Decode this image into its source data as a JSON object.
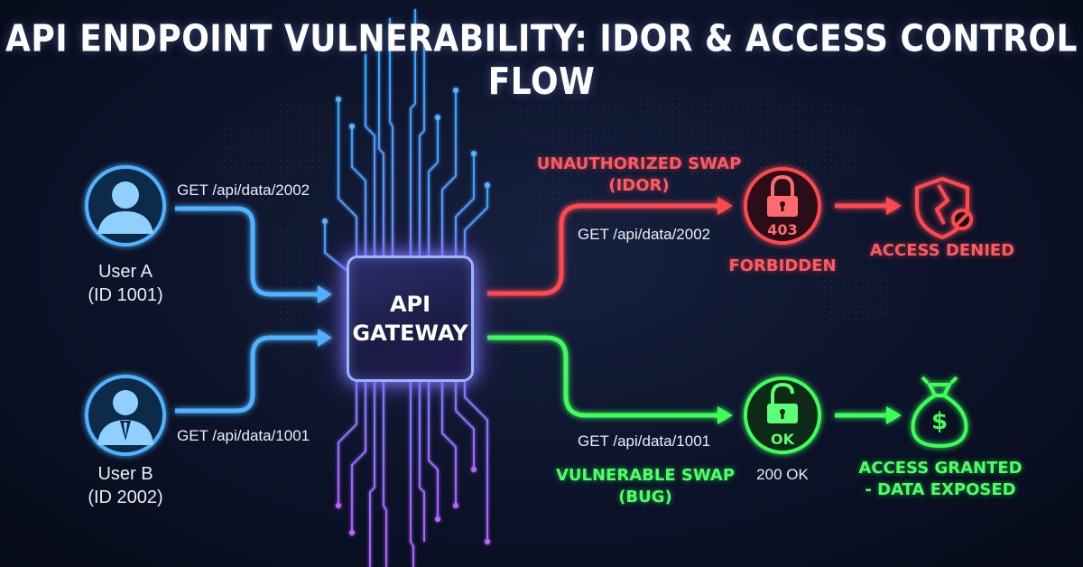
{
  "title": "API ENDPOINT VULNERABILITY: IDOR & ACCESS CONTROL FLOW",
  "users": [
    {
      "name": "User A",
      "id": "(ID 1001)",
      "request": "GET /api/data/2002"
    },
    {
      "name": "User B",
      "id": "(ID 2002)",
      "request": "GET /api/data/1001"
    }
  ],
  "gateway": {
    "line1": "API",
    "line2": "GATEWAY"
  },
  "unauthorized": {
    "label_line1": "UNAUTHORIZED SWAP",
    "label_line2": "(IDOR)",
    "request": "GET /api/data/2002",
    "code": "403",
    "status": "FORBIDDEN",
    "result": "ACCESS DENIED"
  },
  "vulnerable": {
    "label_line1": "VULNERABLE SWAP",
    "label_line2": "(BUG)",
    "request": "GET /api/data/1001",
    "code": "OK",
    "status": "200 OK",
    "result_line1": "ACCESS GRANTED",
    "result_line2": "- DATA EXPOSED"
  },
  "icons": {
    "user_a": "user-icon",
    "user_b": "businessman-icon",
    "locked": "padlock-closed-icon",
    "unlocked": "padlock-open-icon",
    "denied": "broken-shield-icon",
    "exposed": "money-bag-icon"
  },
  "colors": {
    "background": "#0c1329",
    "user_blue": "#4fb3ff",
    "gateway_border": "#9fb2ff",
    "circuit_purple": "#a064ff",
    "denied_red": "#ff4a50",
    "granted_green": "#3dff5a"
  }
}
